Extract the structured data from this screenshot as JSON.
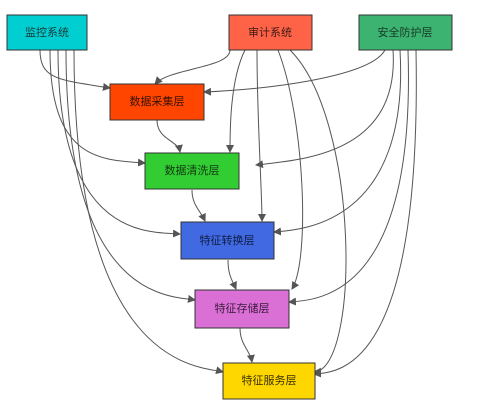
{
  "nodes": {
    "monitor": {
      "label": "监控系统",
      "fill": "#00CED1",
      "text_color": "#1a3a3a"
    },
    "audit": {
      "label": "审计系统",
      "fill": "#FF6347",
      "text_color": "#3a1a14"
    },
    "security": {
      "label": "安全防护层",
      "fill": "#3CB371",
      "text_color": "#173a25"
    },
    "collect": {
      "label": "数据采集层",
      "fill": "#FF4500",
      "text_color": "#3a1300"
    },
    "clean": {
      "label": "数据清洗层",
      "fill": "#32CD32",
      "text_color": "#123a12"
    },
    "transform": {
      "label": "特征转换层",
      "fill": "#4169E1",
      "text_color": "#0f1d45"
    },
    "store": {
      "label": "特征存储层",
      "fill": "#DA70D6",
      "text_color": "#3d1a3c"
    },
    "serve": {
      "label": "特征服务层",
      "fill": "#FFD700",
      "text_color": "#3a3000"
    }
  },
  "edges": [
    {
      "from": "monitor",
      "to": "collect"
    },
    {
      "from": "monitor",
      "to": "clean"
    },
    {
      "from": "monitor",
      "to": "transform"
    },
    {
      "from": "monitor",
      "to": "store"
    },
    {
      "from": "monitor",
      "to": "serve"
    },
    {
      "from": "audit",
      "to": "collect"
    },
    {
      "from": "audit",
      "to": "clean"
    },
    {
      "from": "audit",
      "to": "transform"
    },
    {
      "from": "audit",
      "to": "store"
    },
    {
      "from": "audit",
      "to": "serve"
    },
    {
      "from": "security",
      "to": "collect"
    },
    {
      "from": "security",
      "to": "clean"
    },
    {
      "from": "security",
      "to": "transform"
    },
    {
      "from": "security",
      "to": "store"
    },
    {
      "from": "security",
      "to": "serve"
    },
    {
      "from": "collect",
      "to": "clean"
    },
    {
      "from": "clean",
      "to": "transform"
    },
    {
      "from": "transform",
      "to": "store"
    },
    {
      "from": "store",
      "to": "serve"
    }
  ],
  "colors": {
    "edge": "#555555",
    "border": "#333333"
  }
}
